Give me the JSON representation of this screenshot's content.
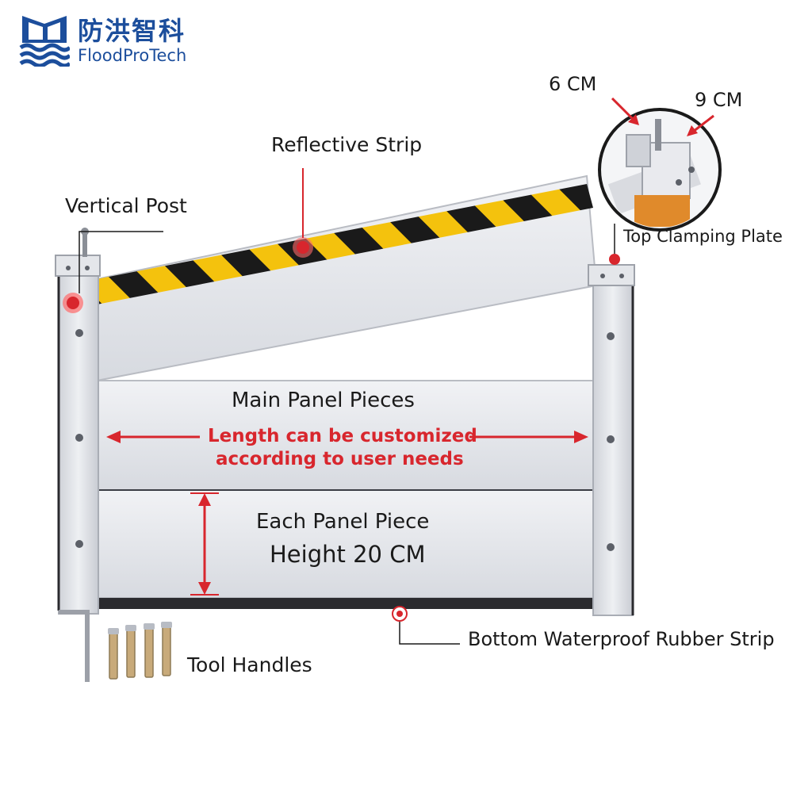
{
  "brand": {
    "name_cn": "防洪智科",
    "name_en": "FloodProTech",
    "color": "#1c4e9c"
  },
  "labels": {
    "vertical_post": "Vertical Post",
    "reflective_strip": "Reflective Strip",
    "top_clamping_plate": "Top Clamping Plate",
    "main_panel_pieces": "Main Panel Pieces",
    "length_note_line1": "Length can be customized",
    "length_note_line2": "according to user needs",
    "each_panel_piece": "Each Panel Piece",
    "panel_height": "Height 20 CM",
    "bottom_strip": "Bottom Waterproof Rubber Strip",
    "tool_handles": "Tool Handles",
    "dim_6cm": "6 CM",
    "dim_9cm": "9 CM"
  },
  "colors": {
    "accent_red": "#d8262d",
    "stripe_yellow": "#f4c20d",
    "stripe_black": "#1a1a1a",
    "aluminum": "#dfe1e6"
  },
  "icons": [
    "flood-logo-icon",
    "marker-dot-icon",
    "arrow-icon"
  ]
}
